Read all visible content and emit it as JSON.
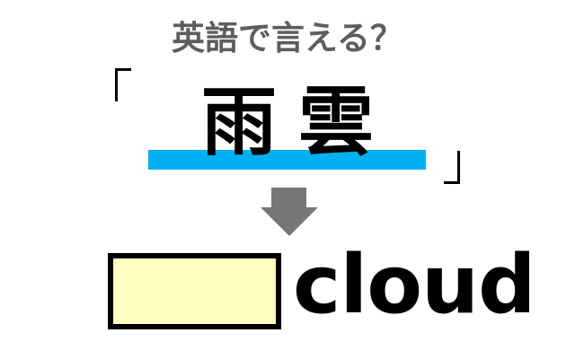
{
  "quiz": {
    "title": "英語で言える？",
    "kanji": "雨雲",
    "answer_word": "cloud",
    "answer_blank": ""
  },
  "colors": {
    "title": "#5e5e5e",
    "highlight_bar": "#00b0f0",
    "arrow": "#777777",
    "answer_box_fill": "#ffffc0",
    "answer_box_border": "#000000",
    "text": "#000000"
  },
  "icons": {
    "arrow": "down-arrow-icon",
    "open_bracket": "「",
    "close_bracket": "」"
  }
}
